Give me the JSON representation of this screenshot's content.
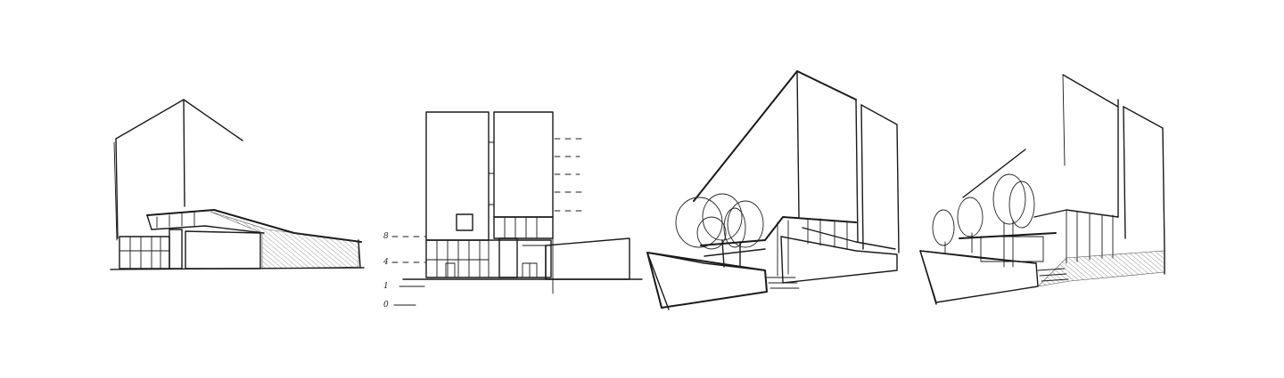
{
  "sheet": {
    "background": "#ffffff",
    "ink": "#1a1a1a"
  },
  "sketches": [
    {
      "name": "perspective-sketch-1",
      "kind": "perspective"
    },
    {
      "name": "front-elevation-sketch",
      "kind": "elevation"
    },
    {
      "name": "perspective-sketch-2",
      "kind": "perspective"
    },
    {
      "name": "perspective-sketch-3",
      "kind": "perspective"
    }
  ],
  "elevation": {
    "level_marks": [
      "8",
      "4",
      "1",
      "0"
    ]
  }
}
